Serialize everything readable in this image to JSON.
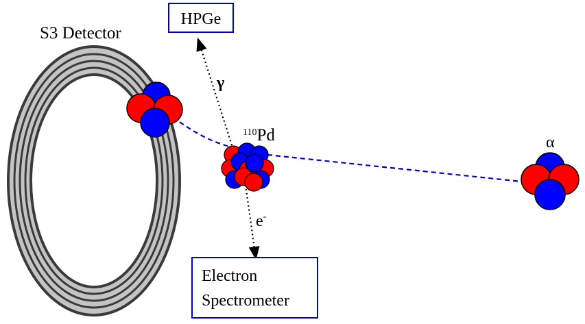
{
  "labels": {
    "detector": "S3 Detector",
    "hpge": "HPGe",
    "gamma": "γ",
    "isotope_mass": "110",
    "isotope_symbol": "Pd",
    "alpha": "α",
    "electron": "e",
    "electron_charge": "-",
    "spectrometer_line1": "Electron",
    "spectrometer_line2": "Spectrometer"
  },
  "colors": {
    "proton": "#ff0000",
    "neutron": "#0000ff",
    "box_border": "#0000cc",
    "trajectory": "#0000cc",
    "ring_fill": "#c0c0c0",
    "ring_stroke": "#404040"
  }
}
